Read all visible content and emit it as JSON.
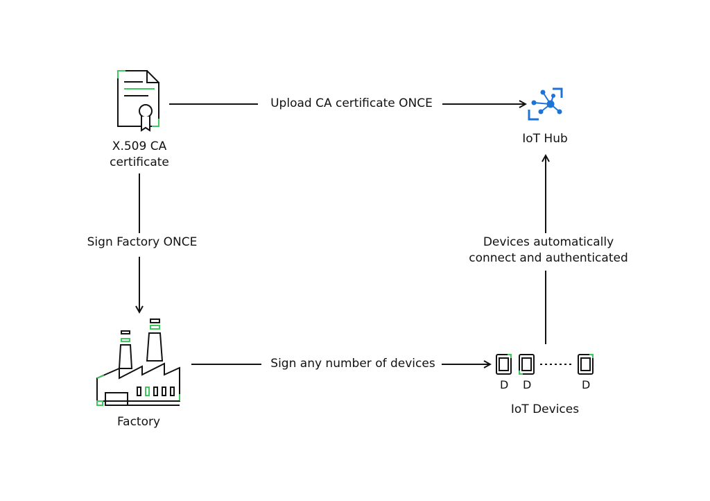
{
  "nodes": {
    "ca_certificate": {
      "label_line1": "X.509 CA",
      "label_line2": "certificate"
    },
    "iot_hub": {
      "label": "IoT Hub"
    },
    "factory": {
      "label": "Factory"
    },
    "iot_devices": {
      "label": "IoT Devices",
      "device_marks": [
        "D",
        "D",
        "D"
      ]
    }
  },
  "edges": {
    "upload": "Upload CA certificate ONCE",
    "sign_factory": "Sign Factory ONCE",
    "sign_devices": "Sign any number of devices",
    "auto_connect_line1": "Devices automatically",
    "auto_connect_line2": "connect and authenticated"
  },
  "colors": {
    "line": "#111111",
    "accent_green": "#3ec75f",
    "hub_blue": "#1e73d6"
  }
}
